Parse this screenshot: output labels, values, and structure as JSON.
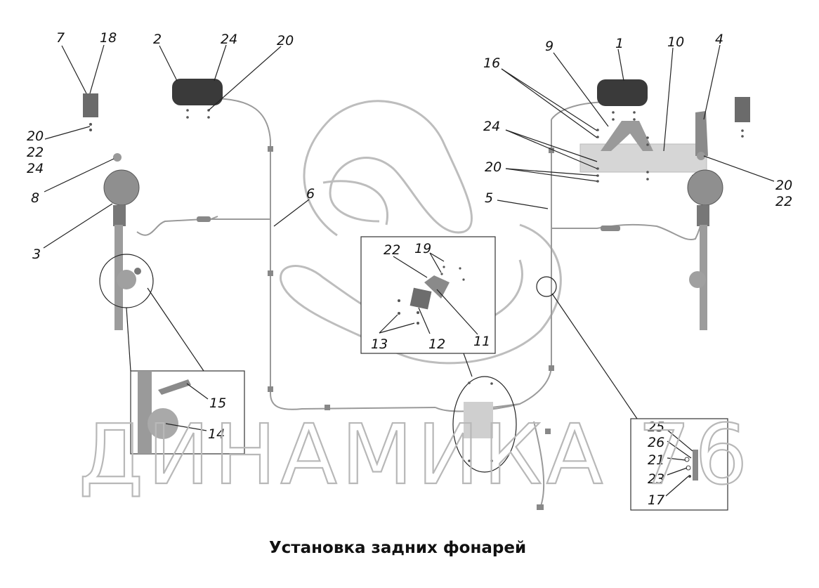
{
  "diagram": {
    "title": "Установка задних фонарей",
    "watermark": "ДИНАМИКА 76",
    "callouts": {
      "c1": "1",
      "c2": "2",
      "c3": "3",
      "c4": "4",
      "c5": "5",
      "c6": "6",
      "c7": "7",
      "c8": "8",
      "c9": "9",
      "c10": "10",
      "c11": "11",
      "c12": "12",
      "c13": "13",
      "c14": "14",
      "c15": "15",
      "c16": "16",
      "c17": "17",
      "c18": "18",
      "c19": "19",
      "c20a": "20",
      "c20b": "20",
      "c20c": "20",
      "c20d": "20",
      "c21": "21",
      "c22a": "22",
      "c22b": "22",
      "c22c": "22",
      "c23": "23",
      "c24a": "24",
      "c24b": "24",
      "c24c": "24",
      "c25": "25",
      "c26": "26"
    }
  }
}
